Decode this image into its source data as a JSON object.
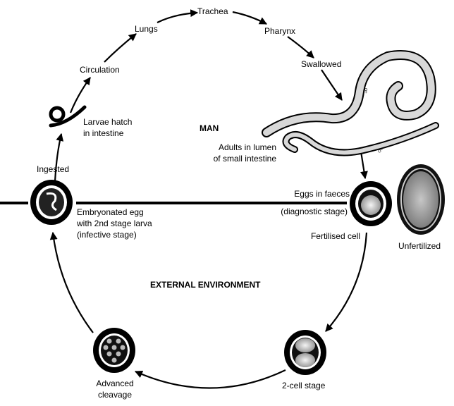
{
  "title": "Ascaris lumbricoides life cycle",
  "regions": {
    "man": "MAN",
    "external": "EXTERNAL ENVIRONMENT"
  },
  "stages": {
    "trachea": "Trachea",
    "lungs": "Lungs",
    "pharynx": "Pharynx",
    "circulation": "Circulation",
    "swallowed": "Swallowed",
    "larvae_hatch_1": "Larvae hatch",
    "larvae_hatch_2": "in intestine",
    "adults_1": "Adults in lumen",
    "adults_2": "of small intestine",
    "ingested": "Ingested",
    "embryonated_1": "Embryonated egg",
    "embryonated_2": "with 2nd stage larva",
    "embryonated_3": "(infective stage)",
    "eggs_faeces_1": "Eggs in faeces",
    "eggs_faeces_2": "(diagnostic stage)",
    "fertilised": "Fertilised cell",
    "unfertilized": "Unfertilized",
    "two_cell": "2-cell stage",
    "advanced_1": "Advanced",
    "advanced_2": "cleavage"
  },
  "symbols": {
    "female": "♀",
    "male": "♂"
  }
}
